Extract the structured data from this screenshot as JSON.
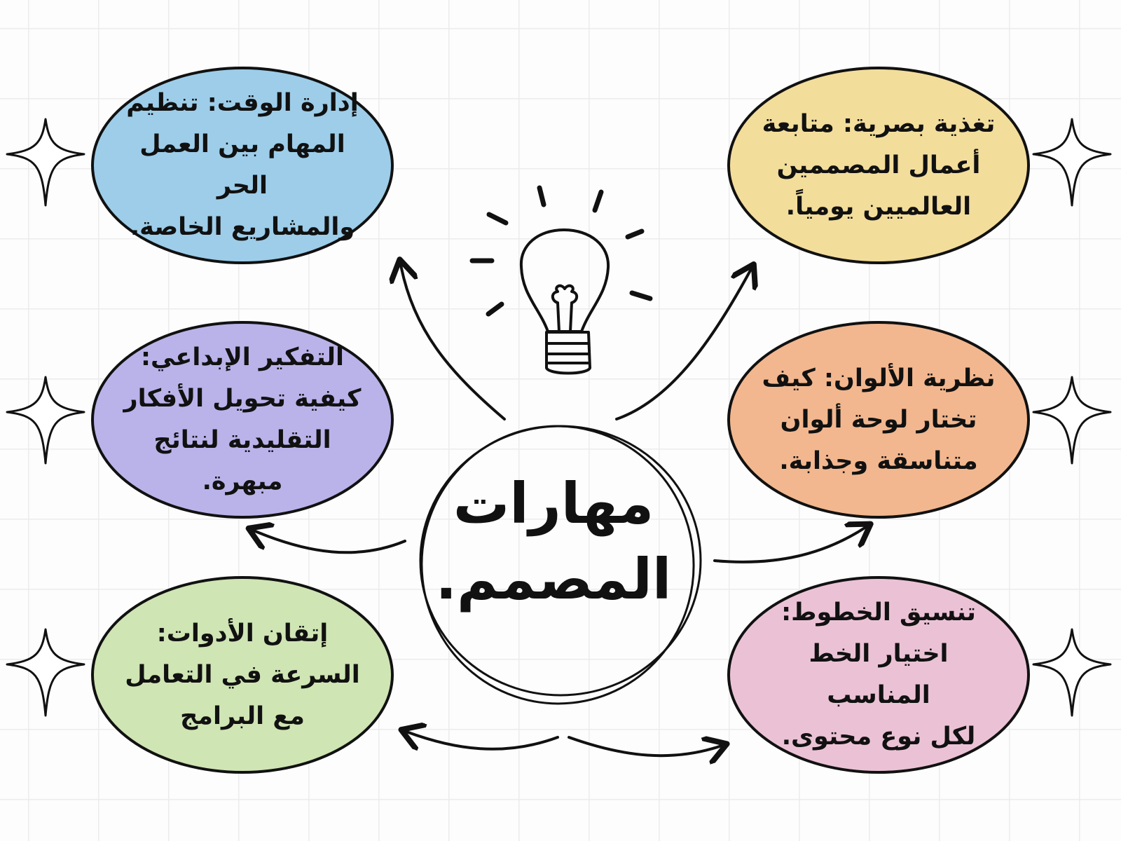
{
  "diagram": {
    "center": {
      "line1": "مهارات",
      "line2": "المصمم."
    },
    "nodes": [
      {
        "id": "time-management",
        "color": "#9dcde9",
        "lines": [
          "إدارة الوقت: تنظيم",
          "المهام بين العمل الحر",
          "والمشاريع الخاصة."
        ]
      },
      {
        "id": "visual-feeding",
        "color": "#f3dd9b",
        "lines": [
          "تغذية بصرية: متابعة",
          "أعمال المصممين",
          "العالميين يومياً."
        ]
      },
      {
        "id": "creative-thinking",
        "color": "#bab3ea",
        "lines": [
          "التفكير الإبداعي:",
          "كيفية تحويل الأفكار",
          "التقليدية لنتائج مبهرة."
        ]
      },
      {
        "id": "color-theory",
        "color": "#f2b78f",
        "lines": [
          "نظرية الألوان: كيف",
          "تختار لوحة ألوان",
          "متناسقة وجذابة."
        ]
      },
      {
        "id": "tools-mastery",
        "color": "#cfe5b4",
        "lines": [
          "إتقان الأدوات:",
          "السرعة في التعامل",
          "مع البرامج"
        ]
      },
      {
        "id": "font-pairing",
        "color": "#ebc2d5",
        "lines": [
          "تنسيق الخطوط:",
          "اختيار الخط المناسب",
          "لكل نوع محتوى."
        ]
      }
    ]
  }
}
